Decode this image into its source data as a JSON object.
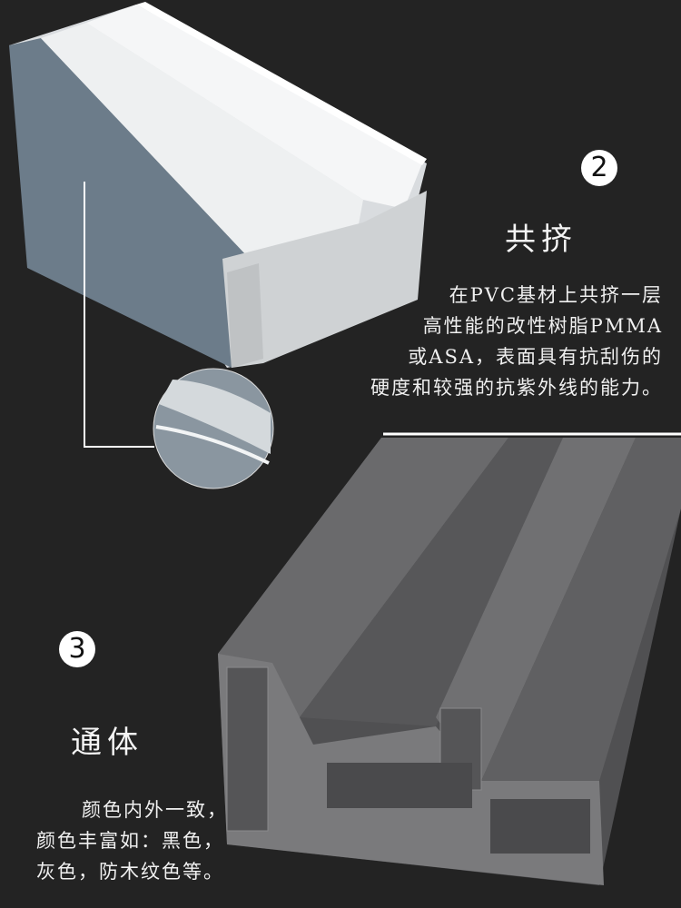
{
  "section2": {
    "number": "2",
    "title": "共挤",
    "lines": [
      "在PVC基材上共挤一层",
      "高性能的改性树脂PMMA",
      "或ASA，表面具有抗刮伤的",
      "硬度和较强的抗紫外线的能力。"
    ]
  },
  "section3": {
    "number": "3",
    "title": "通体",
    "lines": [
      "颜色内外一致，",
      "颜色丰富如：黑色，",
      "灰色，防木纹色等。"
    ]
  },
  "colors": {
    "background": "#232323",
    "white_profile": "#e6e8ea",
    "face_blue": "#6a7a88",
    "gray_profile": "#5b5b5d"
  }
}
